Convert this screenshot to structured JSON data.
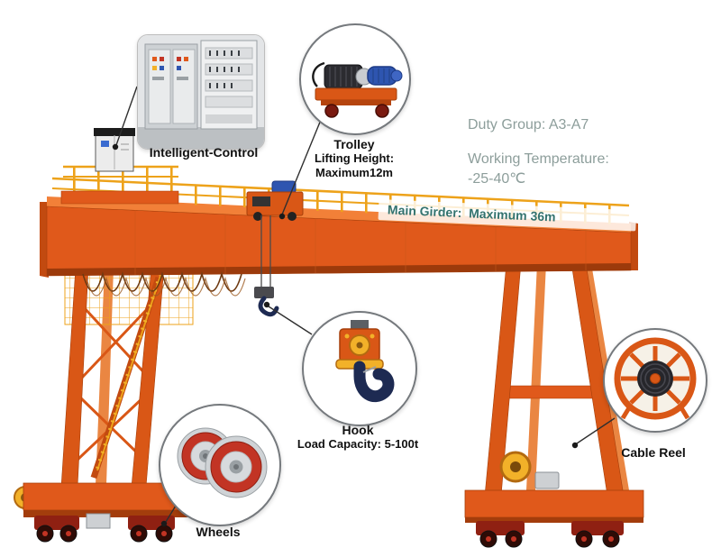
{
  "colors": {
    "crane_orange": "#e0591b",
    "crane_orange_dark": "#a63f0a",
    "railing_yellow": "#eda21a",
    "wheel_red": "#c23424",
    "hook_navy": "#1d2a52",
    "spec_text": "#8d9e9b",
    "girder_label_text": "#33726e"
  },
  "callouts": {
    "intelligent_control": {
      "label": "Intelligent-Control",
      "icon": "control-cabinet-photo"
    },
    "trolley": {
      "label": "Trolley",
      "detail_1": "Lifting Height:",
      "detail_2": "Maximum12m",
      "icon": "trolley-photo"
    },
    "hook": {
      "label": "Hook",
      "detail_1": "Load Capacity: 5-100t",
      "icon": "hook-photo"
    },
    "wheels": {
      "label": "Wheels",
      "icon": "wheels-photo"
    },
    "cable_reel": {
      "label": "Cable Reel",
      "icon": "cable-reel-photo"
    }
  },
  "specs": {
    "duty_group": "Duty Group: A3-A7",
    "working_temperature_label": "Working Temperature:",
    "working_temperature_value": "-25-40℃",
    "main_girder": "Main Girder:  Maximum 36m"
  }
}
